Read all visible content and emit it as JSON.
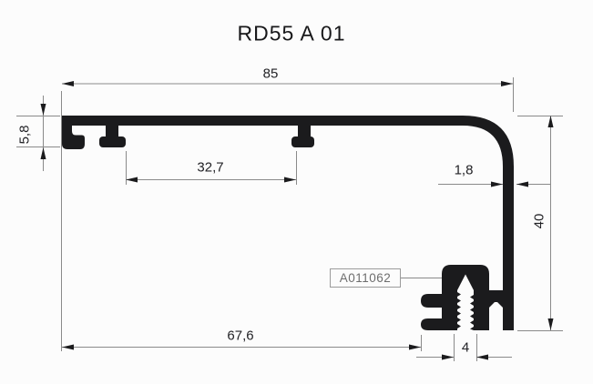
{
  "title": "RD55 A 01",
  "part_label": "A011062",
  "dimensions": {
    "total_width": "85",
    "front_lip_height": "5,8",
    "rib_spacing": "32,7",
    "wall_thickness": "1,8",
    "right_height": "40",
    "bottom_width": "67,6",
    "screw_channel_width": "4"
  },
  "colors": {
    "profile_ink": "#1b1b1d",
    "dimension_line_gray": "#8a8a8a",
    "dimension_text": "#222226",
    "part_label_gray": "#6e6e6e",
    "background": "#fcfcfc"
  }
}
